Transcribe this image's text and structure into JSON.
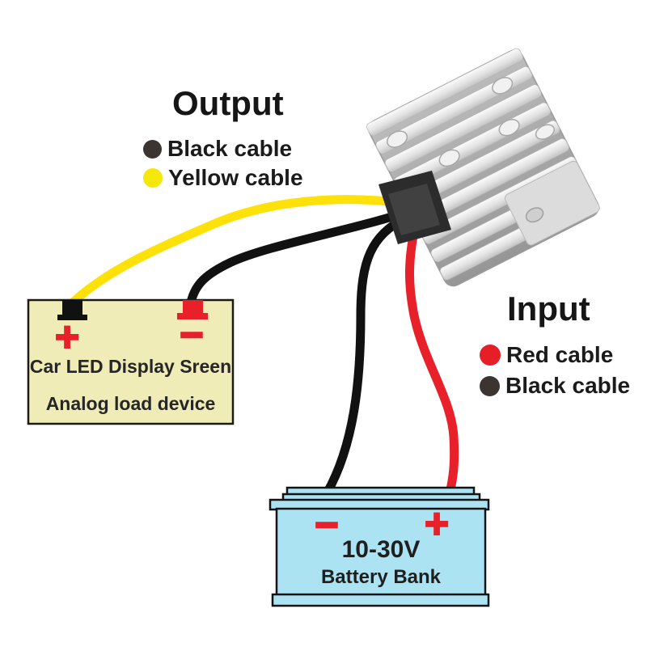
{
  "output_legend": {
    "title": "Output",
    "items": [
      {
        "label": "Black cable",
        "color": "#3b3431"
      },
      {
        "label": "Yellow cable",
        "color": "#f6e70a"
      }
    ]
  },
  "input_legend": {
    "title": "Input",
    "items": [
      {
        "label": "Red cable",
        "color": "#e61e28"
      },
      {
        "label": "Black cable",
        "color": "#3b3431"
      }
    ]
  },
  "load_box": {
    "positive_symbol": "+",
    "negative_symbol": "−",
    "line1": "Car LED Display Sreen",
    "line2": "Analog load device",
    "fill_color": "#f0ecb8"
  },
  "battery": {
    "negative_symbol": "−",
    "positive_symbol": "+",
    "voltage": "10-30V",
    "name": "Battery Bank",
    "fill_color": "#ace3f3"
  },
  "wires": {
    "output_yellow": "#ffe10a",
    "output_black": "#111111",
    "input_red": "#e8202a",
    "input_black": "#111111"
  }
}
